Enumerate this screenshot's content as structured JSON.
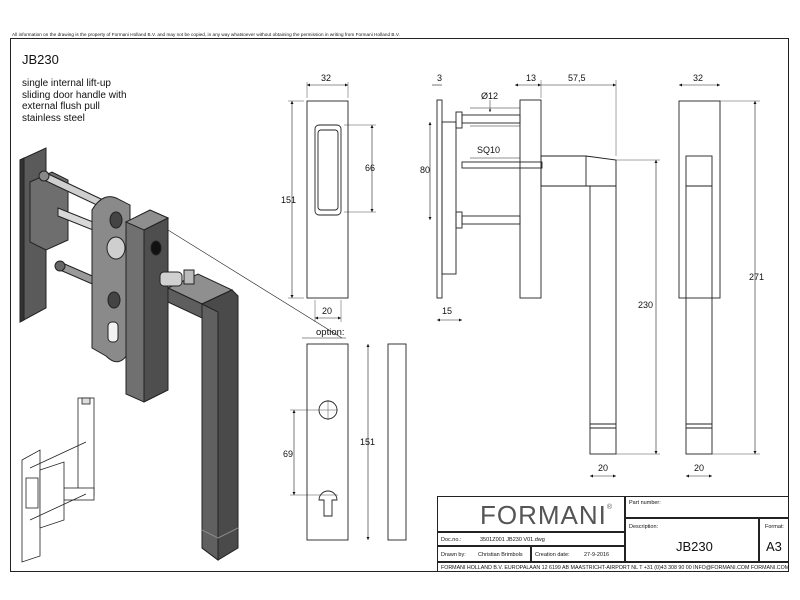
{
  "disclaimer": "All information on the drawing is the property of Formani Holland B.V. and may not be copied, in any way whatsoever without obtaining the permission in writing from Formani Holland B.V.",
  "product": {
    "code": "JB230",
    "description_lines": [
      "single internal lift-up",
      "sliding door handle with",
      "external flush pull",
      "stainless steel"
    ]
  },
  "dimensions": {
    "front_width": "32",
    "front_height": "151",
    "recess_height": "66",
    "bottom_width": "20",
    "option_label": "option:",
    "option_hole": "69",
    "option_height": "151",
    "side_top_a": "3",
    "side_top_b": "13",
    "side_top_c": "57,5",
    "diameter": "Ø12",
    "spindle": "SQ10",
    "spacing": "80",
    "side_bottom": "15",
    "lever_drop": "230",
    "lever_bottom": "20",
    "right_width": "32",
    "right_height": "271",
    "right_bottom": "20"
  },
  "title_block": {
    "brand": "FORMANI",
    "brand_mark": "®",
    "part_number_label": "Part number:",
    "description_label": "Description:",
    "description_value": "JB230",
    "format_label": "Format:",
    "format_value": "A3",
    "doc_label": "Doc.no.:",
    "doc_value": "3501Z001 JB230 V01.dwg",
    "drawn_label": "Drawn by:",
    "drawn_value": "Christian Brimbols",
    "date_label": "Creation date:",
    "date_value": "27-9-2016",
    "footer": "FORMANI HOLLAND B.V.  EUROPALAAN 12  6199 AB MAASTRICHT-AIRPORT NL  T +31 (0)43 308 90 00 INFO@FORMANI.COM FORMANI.COM"
  }
}
